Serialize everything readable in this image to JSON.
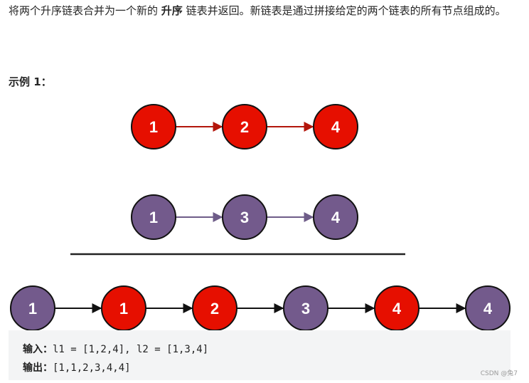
{
  "description": {
    "part1": "将两个升序链表合并为一个新的 ",
    "bold": "升序",
    "part2": " 链表并返回。新链表是通过拼接给定的两个链表的所有节点组成的。"
  },
  "example": {
    "title": "示例 1："
  },
  "diagram": {
    "colors": {
      "red_fill": "#e60f00",
      "purple_fill": "#735a8c",
      "node_stroke": "#111111",
      "red_arrow": "#b3160b",
      "purple_arrow": "#6e5c88",
      "black_arrow": "#111111"
    },
    "list1": {
      "nodes": [
        "1",
        "2",
        "4"
      ],
      "colors": [
        "red",
        "red",
        "red"
      ]
    },
    "list2": {
      "nodes": [
        "1",
        "3",
        "4"
      ],
      "colors": [
        "purple",
        "purple",
        "purple"
      ]
    },
    "merged": {
      "nodes": [
        "1",
        "1",
        "2",
        "3",
        "4",
        "4"
      ],
      "colors": [
        "purple",
        "red",
        "red",
        "purple",
        "red",
        "purple"
      ]
    }
  },
  "io": {
    "input_label": "输入：",
    "input_value": "l1 = [1,2,4], l2 = [1,3,4]",
    "output_label": "输出：",
    "output_value": "[1,1,2,3,4,4]"
  },
  "watermark": "CSDN @兔7"
}
